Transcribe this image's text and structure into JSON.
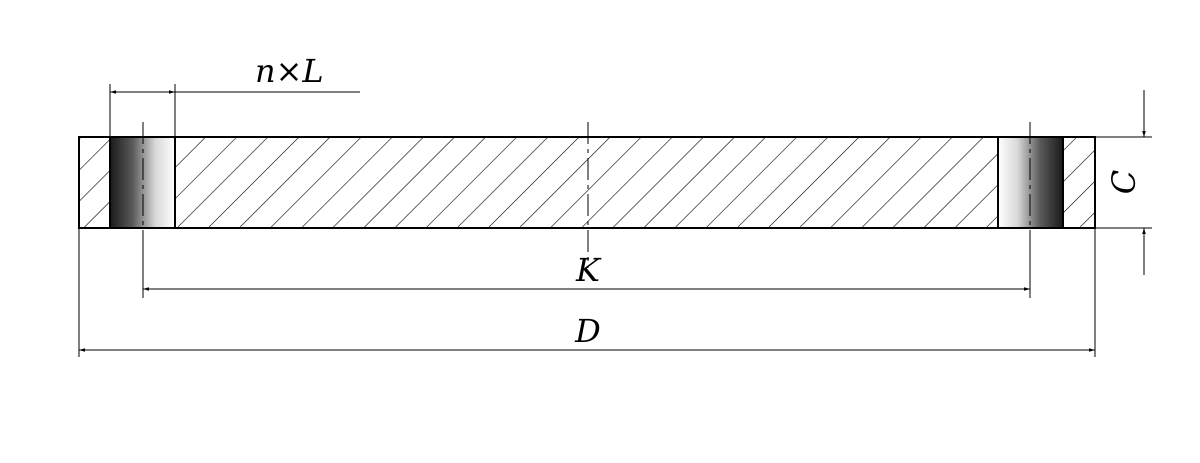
{
  "labels": {
    "bolt_holes": "n×L",
    "bolt_circle": "K",
    "outer_diameter": "D",
    "thickness": "C"
  }
}
